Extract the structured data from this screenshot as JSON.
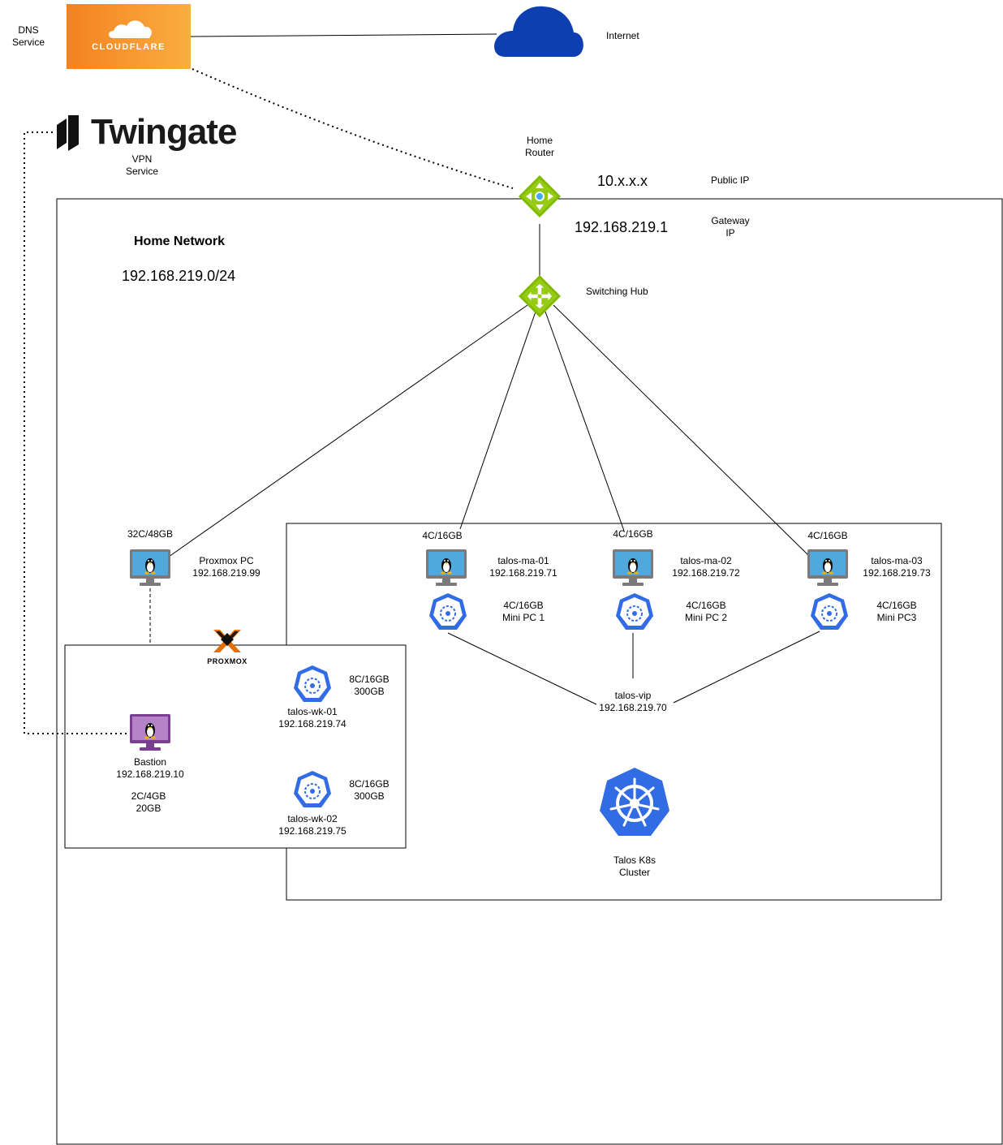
{
  "dns": {
    "label": "DNS\nService",
    "logo_text": "CLOUDFLARE"
  },
  "internet": {
    "label": "Internet"
  },
  "vpn": {
    "logo_text": "Twingate",
    "label": "VPN\nService"
  },
  "router": {
    "label": "Home\nRouter",
    "public_ip": "10.x.x.x",
    "public_ip_label": "Public IP",
    "gateway_ip": "192.168.219.1",
    "gateway_ip_label": "Gateway\nIP"
  },
  "home_network": {
    "title": "Home Network",
    "cidr": "192.168.219.0/24"
  },
  "switch": {
    "label": "Switching Hub"
  },
  "proxmox_pc": {
    "spec": "32C/48GB",
    "label": "Proxmox PC\n192.168.219.99",
    "logo_text": "PROXMOX"
  },
  "masters": [
    {
      "spec_top": "4C/16GB",
      "label": "talos-ma-01\n192.168.219.71",
      "spec": "4C/16GB\nMini PC 1"
    },
    {
      "spec_top": "4C/16GB",
      "label": "talos-ma-02\n192.168.219.72",
      "spec": "4C/16GB\nMini PC 2"
    },
    {
      "spec_top": "4C/16GB",
      "label": "talos-ma-03\n192.168.219.73",
      "spec": "4C/16GB\nMini PC3"
    }
  ],
  "workers": [
    {
      "spec": "8C/16GB\n300GB",
      "label": "talos-wk-01\n192.168.219.74"
    },
    {
      "spec": "8C/16GB\n300GB",
      "label": "talos-wk-02\n192.168.219.75"
    }
  ],
  "bastion": {
    "label": "Bastion\n192.168.219.10",
    "spec": "2C/4GB\n20GB"
  },
  "vip": {
    "label": "talos-vip\n192.168.219.70"
  },
  "cluster": {
    "label": "Talos K8s\nCluster"
  },
  "colors": {
    "cloud": "#0d3fb0",
    "network_node": "#7fba00",
    "k8s": "#326ce5",
    "monitor": "#7a7a7a",
    "screen": "#50a8dc",
    "bastion": "#8a4fa3",
    "cloudflare_start": "#f48120",
    "cloudflare_end": "#faae40",
    "proxmox_orange": "#e57000"
  }
}
